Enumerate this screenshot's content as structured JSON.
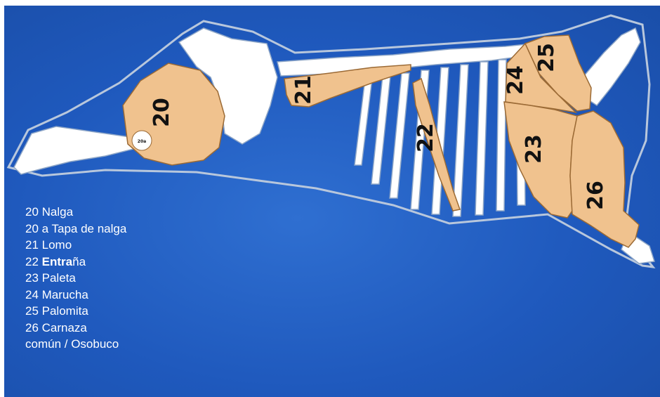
{
  "cuts": {
    "c20": "20",
    "c21": "21",
    "c22": "22",
    "c23": "23",
    "c24": "24",
    "c25": "25",
    "c26": "26",
    "c20a": "20a"
  },
  "legend": {
    "item1": "20 Nalga",
    "item2": "20 a  Tapa de nalga",
    "item3": "21 Lomo",
    "item4_num": "22 ",
    "item4_bold": "Entra",
    "item4_rest": "ña",
    "item5": "23 Paleta",
    "item6": "24 Marucha",
    "item7": "25 Palomita",
    "item8": "26 Carnaza",
    "item9": "común / Osobuco"
  },
  "colors": {
    "background": "#1f59bd",
    "cut_fill": "#f0c28e",
    "bone": "#ffffff",
    "legend_text": "#ffffff"
  }
}
